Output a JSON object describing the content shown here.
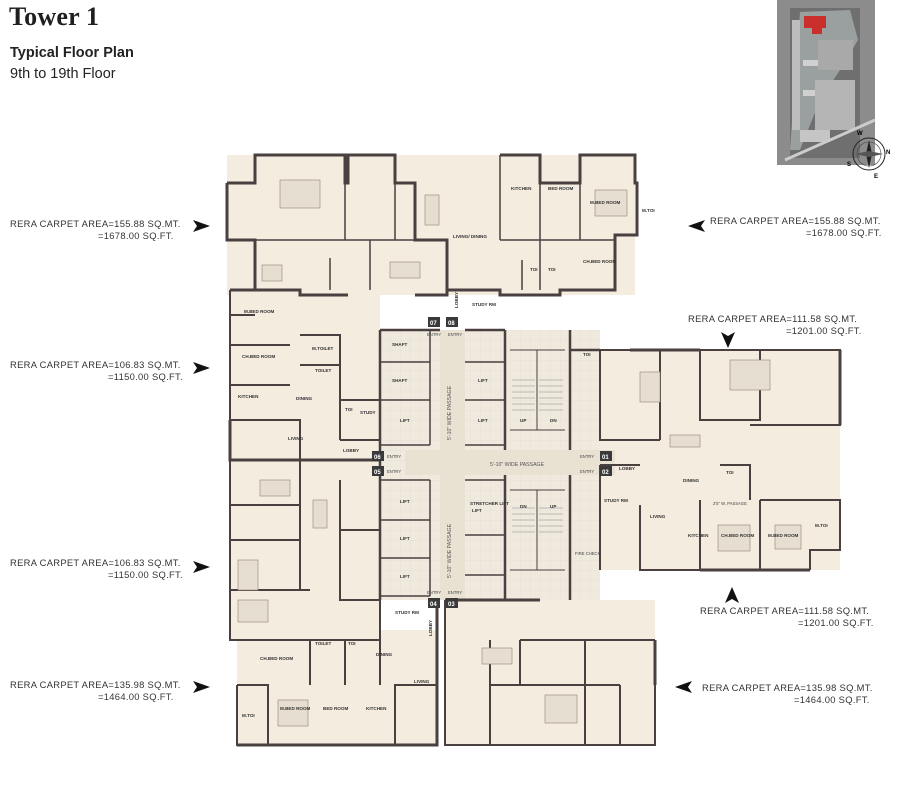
{
  "header": {
    "title": "Tower 1",
    "subtitle": "Typical Floor Plan",
    "floors": "9th to 19th Floor"
  },
  "compass": {
    "n": "N",
    "s": "S",
    "e": "E",
    "w": "W"
  },
  "callouts": [
    {
      "line1": "RERA CARPET AREA=155.88 SQ.MT.",
      "line2": "=1678.00 SQ.FT."
    },
    {
      "line1": "RERA CARPET AREA=155.88 SQ.MT.",
      "line2": "=1678.00 SQ.FT."
    },
    {
      "line1": "RERA CARPET AREA=111.58 SQ.MT.",
      "line2": "=1201.00 SQ.FT."
    },
    {
      "line1": "RERA CARPET AREA=106.83 SQ.MT.",
      "line2": "=1150.00 SQ.FT."
    },
    {
      "line1": "RERA CARPET AREA=106.83 SQ.MT.",
      "line2": "=1150.00 SQ.FT."
    },
    {
      "line1": "RERA CARPET AREA=111.58 SQ.MT.",
      "line2": "=1201.00 SQ.FT."
    },
    {
      "line1": "RERA CARPET AREA=135.98 SQ.MT.",
      "line2": "=1464.00 SQ.FT."
    },
    {
      "line1": "RERA CARPET AREA=135.98 SQ.MT.",
      "line2": "=1464.00 SQ.FT."
    }
  ],
  "rooms": {
    "kitchen_top": "KITCHEN",
    "bed_top": "BED ROOM",
    "mbed_top": "M.BED ROOM",
    "mtoi_top": "M.TOI",
    "living_top": "LIVING/ DINING",
    "chbed_top": "CH.BED ROOM",
    "toi_a": "TOI",
    "toi_b": "TOI",
    "study_top": "STUDY RM",
    "lobby_top": "LOBBY",
    "mbed_left": "M.BED ROOM",
    "chbed_left": "CH.BED ROOM",
    "mtoilet_left": "M.TOILET",
    "toilet_left": "TOILET",
    "kitchen_left": "KITCHEN",
    "dining_left": "DINING",
    "toi_left": "TOI",
    "study_left": "STUDY",
    "living_left": "LIVING",
    "lobby_left": "LOBBY",
    "shaft1": "SHAFT",
    "shaft2": "SHAFT",
    "lift1": "LIFT",
    "lift2": "LIFT",
    "lift3": "LIFT",
    "lift4": "LIFT",
    "lift5": "LIFT",
    "lift6": "LIFT",
    "lift7": "LIFT",
    "stretcher": "STRETCHER LIFT",
    "up1": "UP",
    "dn1": "DN",
    "up2": "UP",
    "dn2": "DN",
    "toi_core": "TOI",
    "fire": "FIRE CHECK",
    "passage_h": "5'-10\" WIDE PASSAGE",
    "passage_v1": "5'-10\" WIDE PASSAGE",
    "passage_v2": "5'-10\" WIDE PASSAGE",
    "lobby_right": "LOBBY",
    "dining_right": "DINING",
    "toi_right": "TOI",
    "passage_right": "2'5\" W. PASSAGE",
    "study_right": "STUDY RM",
    "living_right": "LIVING",
    "kitchen_right": "KITCHEN",
    "chbed_right": "CH.BED ROOM",
    "mbed_right": "M.BED ROOM",
    "mtoi_right": "M.TOI",
    "toilet_bot": "TOILET",
    "toi_bot": "TOI",
    "chbed_bot": "CH.BED ROOM",
    "study_bot": "STUDY RM",
    "dining_bot": "DINING",
    "lobby_bot": "LOBBY",
    "living_bot": "LIVING",
    "mtoi_bot": "M.TOI",
    "mbed_bot": "M.BED ROOM",
    "bed_bot": "BED ROOM",
    "kitchen_bot": "KITCHEN"
  },
  "entries": {
    "e01": "01",
    "e02": "02",
    "e03": "03",
    "e04": "04",
    "e05": "05",
    "e06": "06",
    "e07": "07",
    "e08": "08",
    "entry": "ENTRY"
  }
}
